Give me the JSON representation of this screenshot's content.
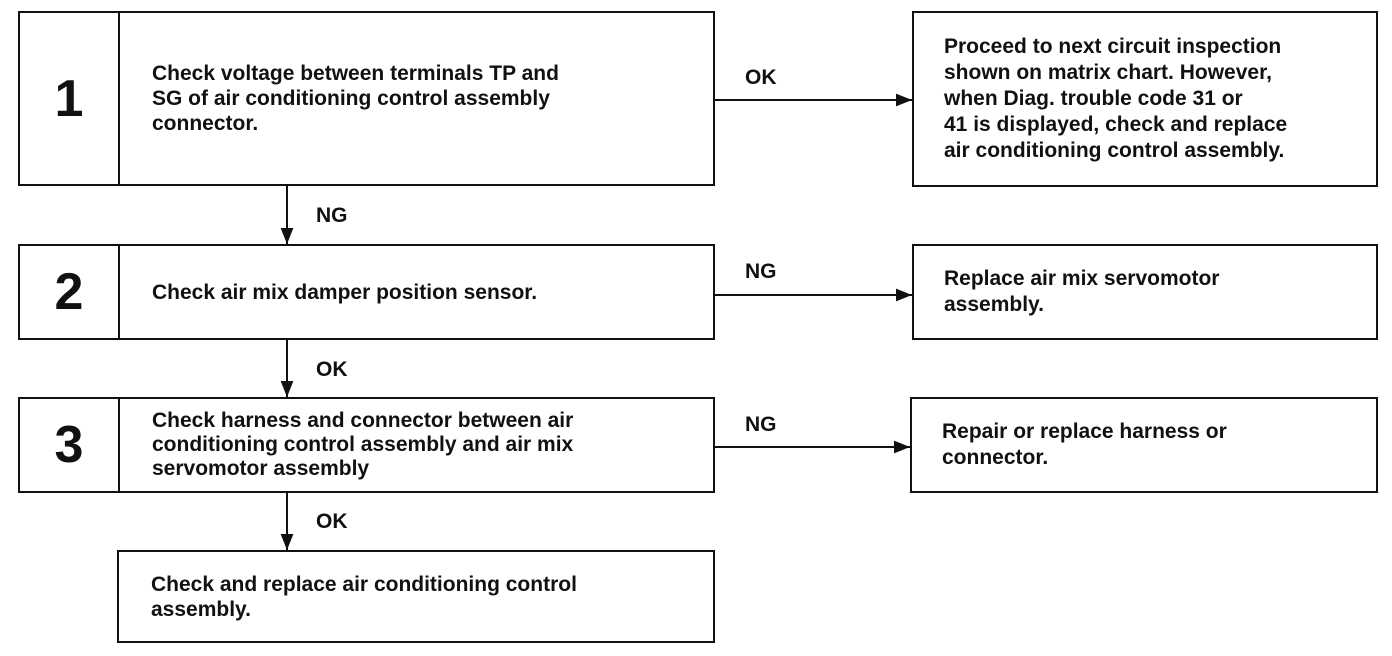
{
  "steps": [
    {
      "number": "1",
      "text": "Check voltage between terminals TP and\nSG of air conditioning control assembly\nconnector."
    },
    {
      "number": "2",
      "text": "Check air mix damper position sensor."
    },
    {
      "number": "3",
      "text": "Check harness and connector between air\nconditioning control assembly and air mix\nservomotor assembly"
    }
  ],
  "final_box": {
    "text": "Check and replace air conditioning control\nassembly."
  },
  "results": [
    {
      "label": "OK",
      "text": "Proceed to next circuit inspection\nshown on matrix chart. However,\nwhen Diag. trouble code 31 or\n41 is displayed, check and replace\nair conditioning control assembly."
    },
    {
      "label": "NG",
      "text": "Replace air mix servomotor\nassembly."
    },
    {
      "label": "NG",
      "text": "Repair or replace harness or\nconnector."
    }
  ],
  "down_labels": [
    "NG",
    "OK",
    "OK"
  ]
}
